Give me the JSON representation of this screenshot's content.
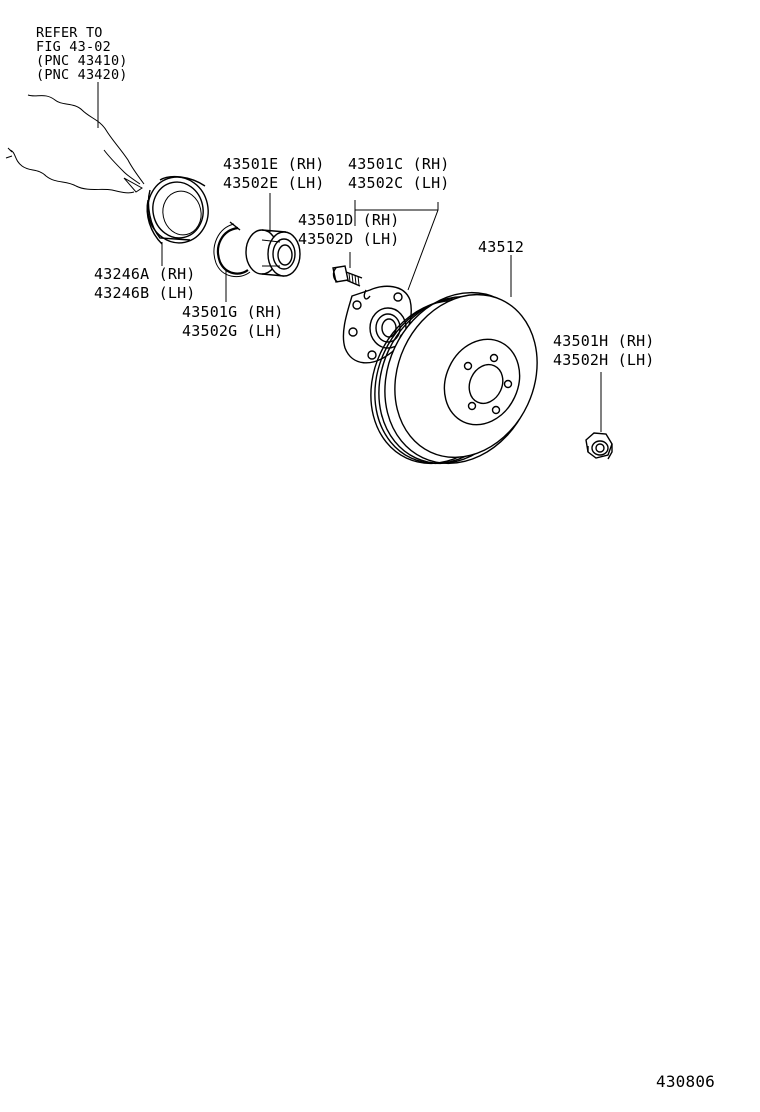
{
  "refer_note": {
    "line1": "REFER TO",
    "line2": "FIG 43-02",
    "line3": "(PNC 43410)",
    "line4": "(PNC 43420)"
  },
  "callouts": {
    "seal_rh": "43246A (RH)",
    "seal_lh": "43246B (LH)",
    "bearing_rh": "43501E (RH)",
    "bearing_lh": "43502E (LH)",
    "snap_ring_rh": "43501G (RH)",
    "snap_ring_lh": "43502G (LH)",
    "hub_rh": "43501C (RH)",
    "hub_lh": "43502C (LH)",
    "hub_bolt_rh": "43501D (RH)",
    "hub_bolt_lh": "43502D (LH)",
    "disc": "43512",
    "nut_rh": "43501H (RH)",
    "nut_lh": "43502H (LH)"
  },
  "figure_number": "430806"
}
